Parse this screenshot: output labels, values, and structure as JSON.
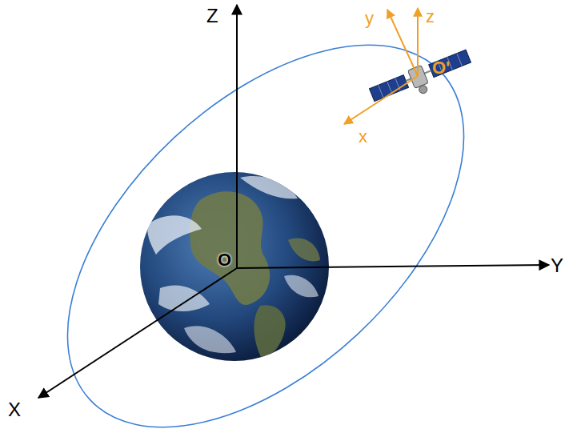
{
  "diagram": {
    "labels": [
      "Z",
      "Y",
      "X",
      "O",
      "y",
      "z",
      "x",
      "O'"
    ]
  }
}
